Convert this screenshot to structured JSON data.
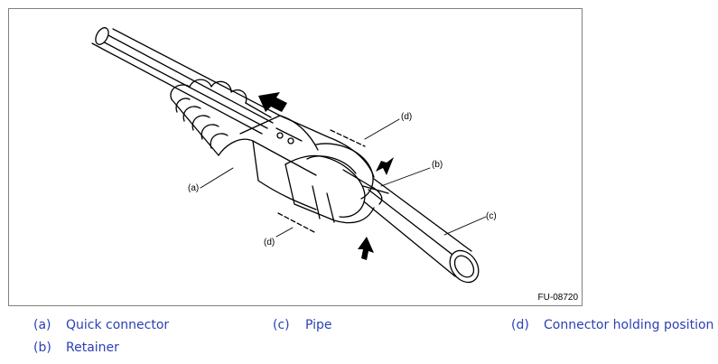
{
  "figure": {
    "id_label": "FU-08720",
    "callouts": {
      "a": "(a)",
      "b": "(b)",
      "c": "(c)",
      "d_top": "(d)",
      "d_bottom": "(d)"
    }
  },
  "legend": [
    {
      "code": "(a)",
      "text": "Quick connector"
    },
    {
      "code": "(b)",
      "text": "Retainer"
    },
    {
      "code": "(c)",
      "text": "Pipe"
    },
    {
      "code": "(d)",
      "text": "Connector holding position"
    }
  ],
  "colors": {
    "legend_text": "#2b3fb5",
    "frame": "#808080",
    "line": "#000000"
  }
}
